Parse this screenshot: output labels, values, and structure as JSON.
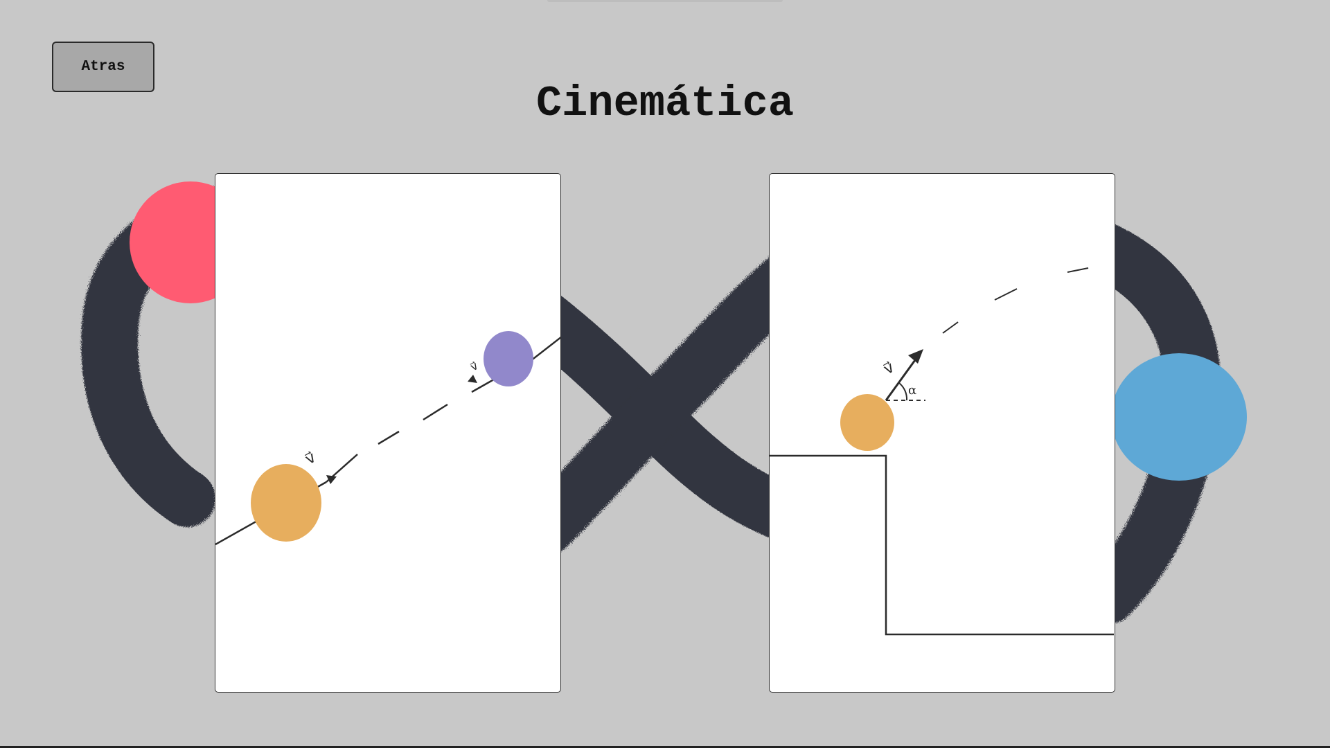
{
  "header": {
    "back_label": "Atras",
    "title": "Cinemática"
  },
  "cards": {
    "left": {
      "velocity_label": "v⃗",
      "velocity_label_2": "v⃗"
    },
    "right": {
      "velocity_label": "v⃗",
      "angle_label": "α"
    }
  },
  "colors": {
    "background": "#c8c8c8",
    "stroke": "#33363f",
    "red_ball": "#ff5b72",
    "blue_ball": "#5ea8d6",
    "orange_ball": "#e7ae5e",
    "purple_ball": "#9188cb"
  }
}
